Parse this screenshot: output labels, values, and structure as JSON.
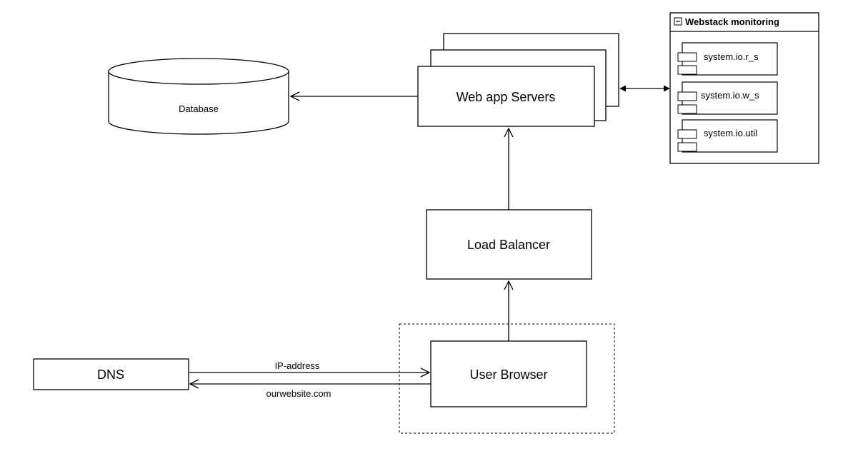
{
  "nodes": {
    "database": "Database",
    "web_servers": "Web app Servers",
    "load_balancer": "Load Balancer",
    "user_browser": "User Browser",
    "dns": "DNS"
  },
  "monitoring": {
    "title": "Webstack monitoring",
    "items": [
      "system.io.r_s",
      "system.io.w_s",
      "system.io.util"
    ]
  },
  "edges": {
    "ip_address": "IP-address",
    "domain": "ourwebsite.com"
  }
}
